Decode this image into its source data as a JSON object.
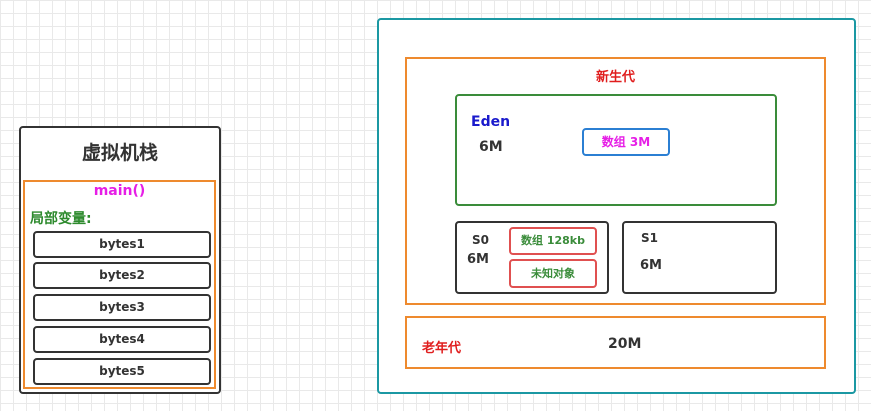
{
  "vm_stack": {
    "title": "虚拟机栈",
    "frame": {
      "name": "main()",
      "locals_label": "局部变量:",
      "locals": [
        "bytes1",
        "bytes2",
        "bytes3",
        "bytes4",
        "bytes5"
      ]
    }
  },
  "heap": {
    "young_gen": {
      "label": "新生代",
      "eden": {
        "label": "Eden",
        "size": "6M",
        "objects": [
          "数组 3M"
        ]
      },
      "s0": {
        "label": "S0",
        "size": "6M",
        "objects": [
          "数组 128kb",
          "未知对象"
        ]
      },
      "s1": {
        "label": "S1",
        "size": "6M"
      }
    },
    "old_gen": {
      "label": "老年代",
      "size": "20M"
    }
  },
  "colors": {
    "heap_border": "#1b98a3",
    "generation_border": "#ee8a2e",
    "eden_border": "#3a8c3a",
    "object_border_eden": "#2b7fd3",
    "object_border_survivor": "#e05050",
    "generation_label": "#e01e1e",
    "frame_label": "#e61ee6",
    "locals_label": "#2e8b2e",
    "eden_label": "#1a1acc"
  }
}
